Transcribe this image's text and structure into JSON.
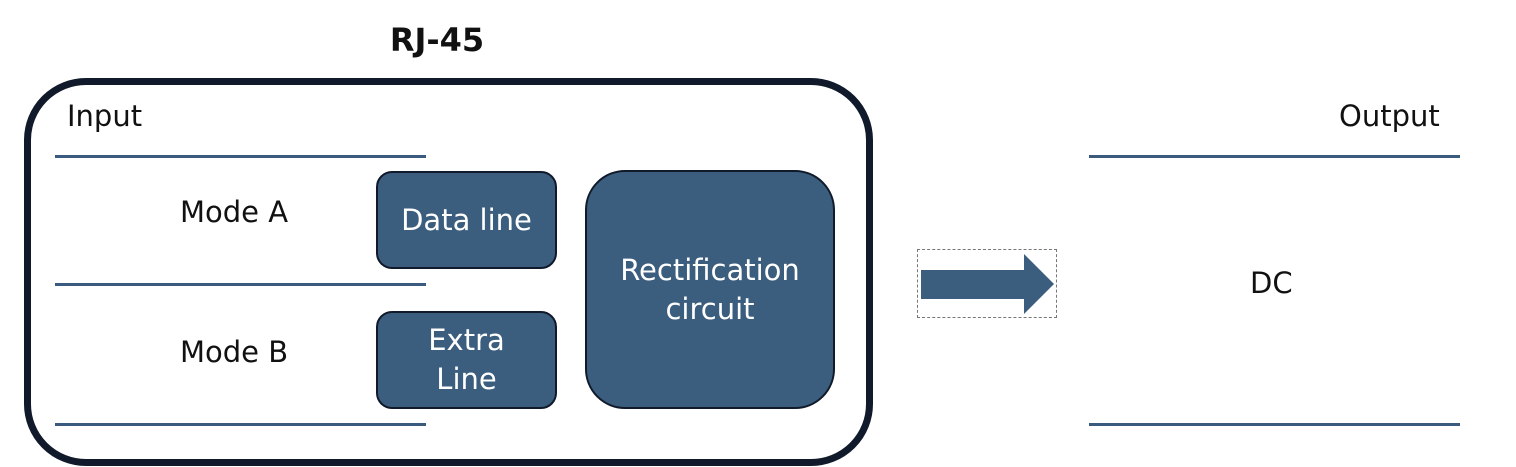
{
  "title": "RJ-45",
  "labels": {
    "input": "Input",
    "output": "Output",
    "mode_a": "Mode A",
    "mode_b": "Mode B",
    "dc": "DC"
  },
  "blocks": {
    "data_line": "Data line",
    "extra_line": "Extra\nLine",
    "rectification": "Rectification\ncircuit"
  },
  "colors": {
    "block_fill": "#3b5d7e",
    "outline": "#101a2a",
    "line": "#3a5a7e",
    "arrow": "#3b5d7e"
  },
  "icons": {
    "arrow": "right-arrow-icon"
  }
}
